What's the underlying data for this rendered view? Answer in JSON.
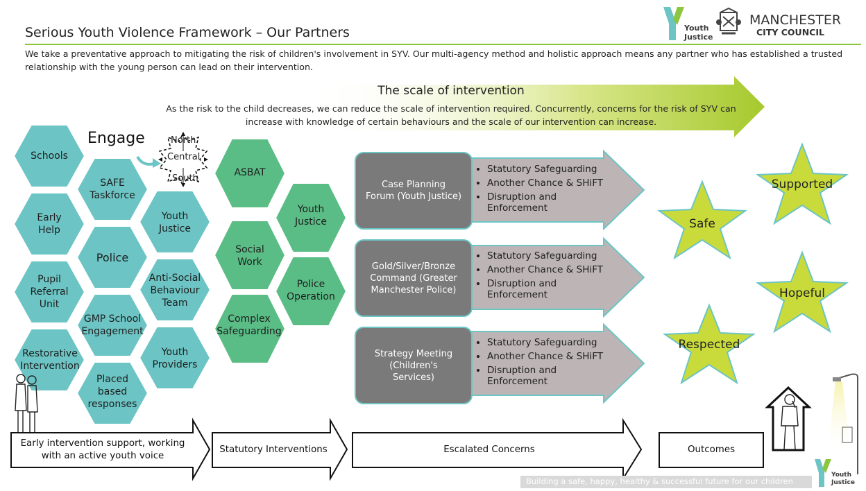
{
  "header": {
    "title": "Serious Youth Violence Framework – Our Partners",
    "intro": "We take a preventative approach to mitigating the risk of children's involvement in SYV. Our multi-agency method and holistic approach means any partner who has established a trusted relationship with the young person can lead on their intervention.",
    "logos": {
      "youth_justice": [
        "Youth",
        "Justice"
      ],
      "council": [
        "MANCHESTER",
        "CITY COUNCIL"
      ]
    }
  },
  "scale": {
    "title": "The scale of intervention",
    "description": "As the risk to the child decreases, we can reduce the scale of intervention required. Concurrently, concerns for the risk of SYV can increase with knowledge of certain behaviours and the scale of our intervention can increase."
  },
  "engage": {
    "label": "Engage",
    "areas": [
      "North",
      "Central",
      "South"
    ]
  },
  "early_partners": [
    "Schools",
    "SAFE Taskforce",
    "Early Help",
    "Youth Justice",
    "Police",
    "Pupil Referral Unit",
    "Anti-Social Behaviour Team",
    "GMP School Engagement",
    "Restorative Intervention",
    "Youth Providers",
    "Placed based responses"
  ],
  "statutory_partners": [
    "ASBAT",
    "Youth Justice",
    "Social Work",
    "Police Operation",
    "Complex Safeguarding"
  ],
  "escalations": [
    {
      "title": "Case Planning",
      "title2": "Forum",
      "subtitle": "(Youth Justice)",
      "points": [
        "Statutory Safeguarding",
        "Another Chance & SHiFT",
        "Disruption and Enforcement"
      ]
    },
    {
      "title": "Gold/Silver/Bronze",
      "title2": "Command",
      "subtitle": "(Greater Manchester Police)",
      "points": [
        "Statutory Safeguarding",
        "Another Chance & SHiFT",
        "Disruption and Enforcement"
      ]
    },
    {
      "title": "Strategy Meeting",
      "title2": "",
      "subtitle": "(Children's Services)",
      "points": [
        "Statutory Safeguarding",
        "Another Chance & SHiFT",
        "Disruption and Enforcement"
      ]
    }
  ],
  "outcomes": [
    "Supported",
    "Safe",
    "Hopeful",
    "Respected"
  ],
  "flow": [
    "Early intervention support, working with an active youth voice",
    "Statutory Interventions",
    "Escalated Concerns",
    "Outcomes"
  ],
  "footer": "Building a safe, happy, healthy & successful future for our children",
  "colors": {
    "teal_hex": "#6cc4c4",
    "green_hex": "#5bbd86",
    "dark_box": "#7a7a7a",
    "grey_arrow": "#bdb5b5",
    "star": "#c9db3a",
    "scale_arrow": "#a6c92d",
    "rule": "#8cc63f"
  },
  "icons": [
    "youth-justice-logo",
    "manchester-crest",
    "compass-arrows",
    "person-figures",
    "lamp-post"
  ]
}
